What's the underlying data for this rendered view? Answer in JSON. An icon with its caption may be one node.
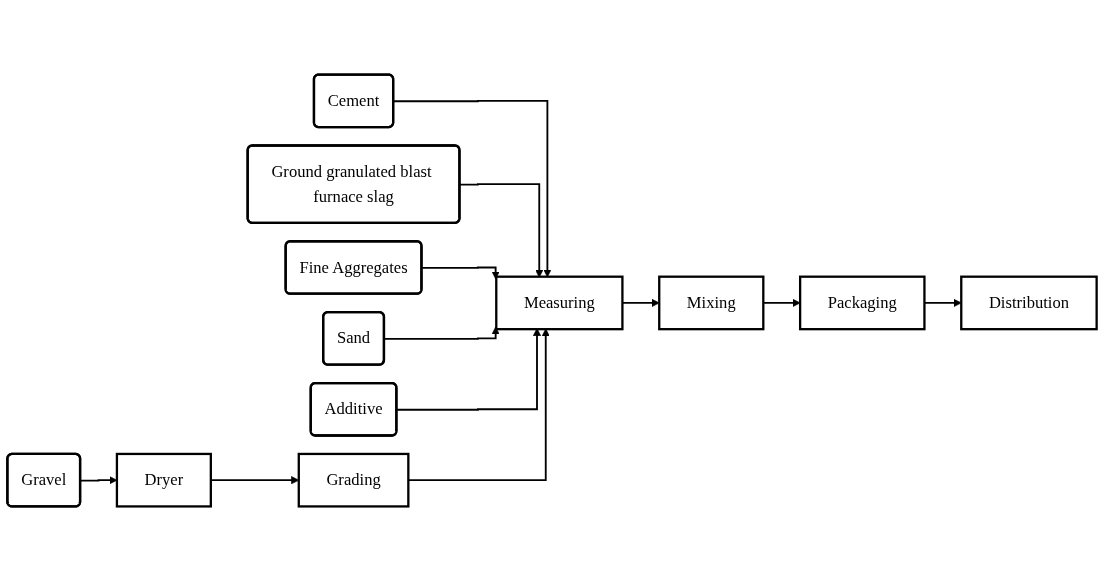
{
  "diagram": {
    "nodes": [
      {
        "text": [
          "Cement"
        ]
      },
      {
        "text": [
          "Ground granulated blast furnace slag"
        ]
      },
      {
        "text": [
          "Fine Aggregates"
        ]
      },
      {
        "text": [
          "Sand"
        ]
      },
      {
        "text": [
          "Additive"
        ]
      },
      {
        "text": [
          "Gravel"
        ]
      },
      {
        "text": [
          "Dryer"
        ]
      },
      {
        "text": [
          "Grading"
        ]
      },
      {
        "text": [
          "Measuring"
        ]
      },
      {
        "text": [
          "Mixing"
        ]
      },
      {
        "text": [
          "Packaging"
        ]
      },
      {
        "text": [
          "Distribution"
        ]
      }
    ],
    "edges": [
      {
        "from": 0,
        "to": 8,
        "arrow": "to"
      },
      {
        "from": 1,
        "to": 8,
        "arrow": "to"
      },
      {
        "from": 2,
        "to": 8,
        "arrow": "to"
      },
      {
        "from": 3,
        "to": 8,
        "arrow": "to"
      },
      {
        "from": 4,
        "to": 8,
        "arrow": "to"
      },
      {
        "from": 5,
        "to": 6,
        "arrow": "to"
      },
      {
        "from": 6,
        "to": 7,
        "arrow": "to"
      },
      {
        "from": 7,
        "to": 8,
        "arrow": "to"
      },
      {
        "from": 8,
        "to": 9,
        "arrow": "to"
      },
      {
        "from": 9,
        "to": 10,
        "arrow": "to"
      },
      {
        "from": 10,
        "to": 11,
        "arrow": "to"
      }
    ]
  }
}
